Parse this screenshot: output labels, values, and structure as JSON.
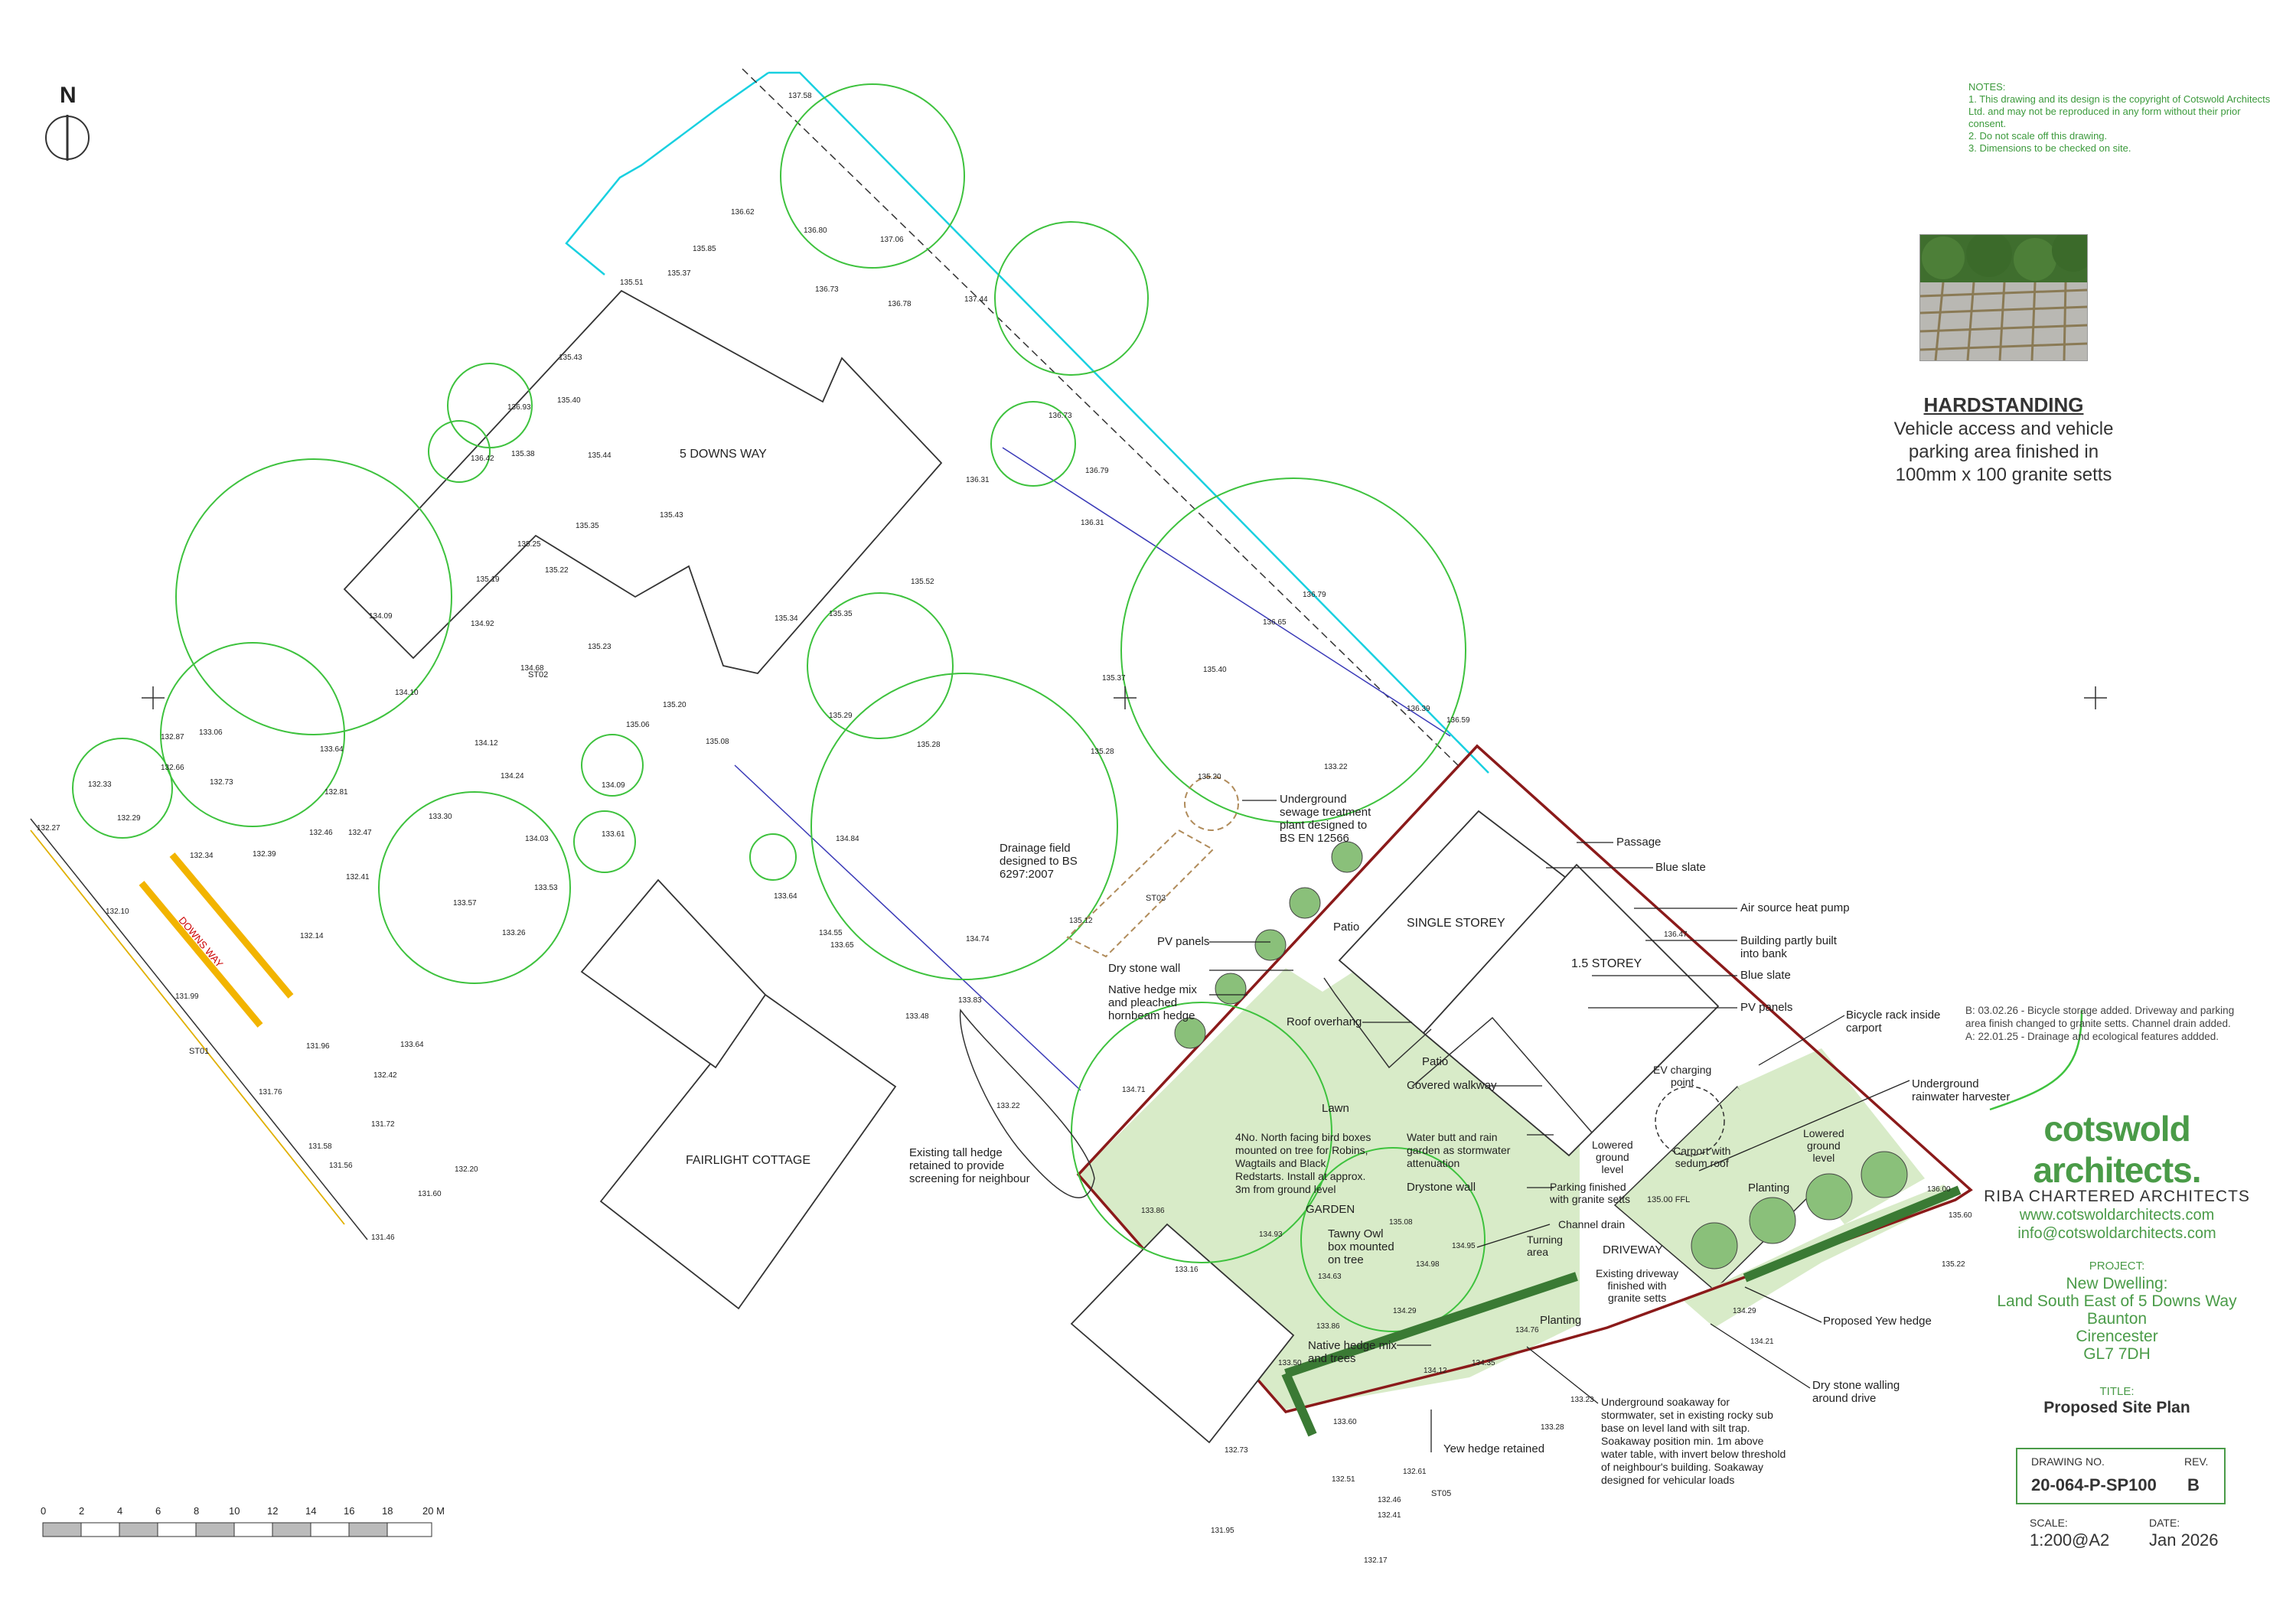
{
  "north_label": "N",
  "notes": {
    "heading": "NOTES:",
    "lines": [
      "1. This drawing and its design is the copyright of Cotswold Architects",
      "Ltd. and may not be reproduced in any form without their prior",
      "consent.",
      "2. Do not scale off this drawing.",
      "3. Dimensions to be checked on site."
    ]
  },
  "hardstanding": {
    "title": "HARDSTANDING",
    "lines": [
      "Vehicle access and vehicle",
      "parking area finished in",
      "100mm x 100 granite setts"
    ]
  },
  "revisions": [
    "B: 03.02.26 - Bicycle storage added. Driveway and parking",
    "area finish changed to granite setts. Channel drain added.",
    "A: 22.01.25 - Drainage and ecological features addded."
  ],
  "brand": {
    "name": "cotswold architects.",
    "subtitle": "RIBA CHARTERED ARCHITECTS",
    "web": "www.cotswoldarchitects.com",
    "email": "info@cotswoldarchitects.com"
  },
  "project": {
    "label": "PROJECT:",
    "lines": [
      "New Dwelling:",
      "Land South East of 5 Downs Way",
      "Baunton",
      "Cirencester",
      "GL7 7DH"
    ]
  },
  "title_block": {
    "label": "TITLE:",
    "value": "Proposed Site Plan",
    "drawing_no_label": "DRAWING NO.",
    "drawing_no": "20-064-P-SP100",
    "rev_label": "REV.",
    "rev": "B",
    "scale_label": "SCALE:",
    "scale": "1:200@A2",
    "date_label": "DATE:",
    "date": "Jan 2026"
  },
  "scale_bar": {
    "ticks": [
      "0",
      "2",
      "4",
      "6",
      "8",
      "10",
      "12",
      "14",
      "16",
      "18",
      "20 M"
    ]
  },
  "plan_labels": {
    "five_downs_way": "5 DOWNS WAY",
    "fairlight_cottage": "FAIRLIGHT COTTAGE",
    "single_storey": "SINGLE STOREY",
    "one_half_storey": "1.5 STOREY",
    "patio_1": "Patio",
    "patio_2": "Patio",
    "lawn": "Lawn",
    "garden": "GARDEN",
    "driveway": "DRIVEWAY",
    "planting_1": "Planting",
    "planting_2": "Planting",
    "lowered_ground_1": [
      "Lowered",
      "ground",
      "level"
    ],
    "lowered_ground_2": [
      "Lowered",
      "ground",
      "level"
    ],
    "ev_charging": [
      "EV charging",
      "point"
    ],
    "carport": [
      "Carport with",
      "sedum roof"
    ],
    "turning_area": [
      "Turning",
      "area"
    ],
    "downs_way": "DOWNS WAY",
    "ffl": "135.00 FFL",
    "st01": "ST01",
    "st02": "ST02",
    "st03": "ST03",
    "st05": "ST05"
  },
  "callouts": {
    "passage": "Passage",
    "blue_slate_1": "Blue slate",
    "air_source": "Air source heat pump",
    "building_bank": [
      "Building partly built",
      "into bank"
    ],
    "blue_slate_2": "Blue slate",
    "pv_panels_right": "PV panels",
    "bicycle_rack": [
      "Bicycle rack inside",
      "carport"
    ],
    "rainwater": [
      "Underground",
      "rainwater harvester"
    ],
    "sewage": [
      "Underground",
      "sewage treatment",
      "plant designed to",
      "BS EN 12566"
    ],
    "drainage_field": [
      "Drainage field",
      "designed to BS",
      "6297:2007"
    ],
    "pv_panels_left": "PV panels",
    "dry_stone_wall": "Dry stone wall",
    "native_hedge": [
      "Native hedge mix",
      "and pleached",
      "hornbeam hedge"
    ],
    "roof_overhang": "Roof overhang",
    "covered_walkway": "Covered walkway",
    "bird_boxes": [
      "4No. North facing bird boxes",
      "mounted on tree for Robins,",
      "Wagtails and Black",
      "Redstarts. Install at approx.",
      "3m from ground level"
    ],
    "water_butt": [
      "Water butt and rain",
      "garden as stormwater",
      "attenuation"
    ],
    "drystone_wall": "Drystone wall",
    "parking_finished": [
      "Parking finished",
      "with granite setts"
    ],
    "channel_drain": "Channel drain",
    "existing_hedge": [
      "Existing tall hedge",
      "retained to provide",
      "screening for neighbour"
    ],
    "tawny_owl": [
      "Tawny Owl",
      "box mounted",
      "on tree"
    ],
    "existing_driveway": [
      "Existing driveway",
      "finished with",
      "granite setts"
    ],
    "native_hedge_trees": [
      "Native hedge mix",
      "and trees"
    ],
    "soakaway": [
      "Underground soakaway for",
      "stormwater, set in existing rocky sub",
      "base on level land with silt trap.",
      "Soakaway position min. 1m above",
      "water table, with invert below threshold",
      "of neighbour's building. Soakaway",
      "designed for vehicular loads"
    ],
    "yew_retained": "Yew hedge retained",
    "proposed_yew": "Proposed Yew hedge",
    "dry_stone_walling": [
      "Dry stone walling",
      "around drive"
    ]
  },
  "levels": [
    [
      "137.58",
      1030,
      120
    ],
    [
      "136.62",
      955,
      272
    ],
    [
      "136.80",
      1050,
      296
    ],
    [
      "137.06",
      1150,
      308
    ],
    [
      "135.85",
      905,
      320
    ],
    [
      "135.37",
      872,
      352
    ],
    [
      "135.51",
      810,
      364
    ],
    [
      "136.73",
      1065,
      373
    ],
    [
      "136.78",
      1160,
      392
    ],
    [
      "137.44",
      1260,
      386
    ],
    [
      "135.43",
      730,
      462
    ],
    [
      "135.40",
      728,
      518
    ],
    [
      "136.93",
      663,
      527
    ],
    [
      "135.38",
      668,
      588
    ],
    [
      "136.42",
      615,
      594
    ],
    [
      "135.44",
      768,
      590
    ],
    [
      "136.73",
      1370,
      538
    ],
    [
      "136.79",
      1418,
      610
    ],
    [
      "136.31",
      1262,
      622
    ],
    [
      "136.31",
      1412,
      678
    ],
    [
      "135.43",
      862,
      668
    ],
    [
      "135.35",
      752,
      682
    ],
    [
      "135.25",
      676,
      706
    ],
    [
      "135.22",
      712,
      740
    ],
    [
      "135.19",
      622,
      752
    ],
    [
      "134.09",
      482,
      800
    ],
    [
      "134.92",
      615,
      810
    ],
    [
      "135.34",
      1012,
      803
    ],
    [
      "135.35",
      1083,
      797
    ],
    [
      "135.52",
      1190,
      755
    ],
    [
      "136.79",
      1702,
      772
    ],
    [
      "136.65",
      1650,
      808
    ],
    [
      "135.23",
      768,
      840
    ],
    [
      "134.68",
      680,
      868
    ],
    [
      "135.37",
      1440,
      881
    ],
    [
      "135.40",
      1572,
      870
    ],
    [
      "134.10",
      516,
      900
    ],
    [
      "135.06",
      818,
      942
    ],
    [
      "135.20",
      866,
      916
    ],
    [
      "135.29",
      1083,
      930
    ],
    [
      "136.39",
      1838,
      921
    ],
    [
      "136.59",
      1890,
      936
    ],
    [
      "134.12",
      620,
      966
    ],
    [
      "132.87",
      210,
      958
    ],
    [
      "133.06",
      260,
      952
    ],
    [
      "133.64",
      418,
      974
    ],
    [
      "135.08",
      922,
      964
    ],
    [
      "135.28",
      1198,
      968
    ],
    [
      "135.28",
      1425,
      977
    ],
    [
      "133.22",
      1730,
      997
    ],
    [
      "135.20",
      1565,
      1010
    ],
    [
      "132.66",
      210,
      998
    ],
    [
      "132.33",
      115,
      1020
    ],
    [
      "132.73",
      274,
      1017
    ],
    [
      "134.24",
      654,
      1009
    ],
    [
      "134.09",
      786,
      1021
    ],
    [
      "132.81",
      424,
      1030
    ],
    [
      "132.29",
      153,
      1064
    ],
    [
      "133.30",
      560,
      1062
    ],
    [
      "132.46",
      404,
      1083
    ],
    [
      "132.47",
      455,
      1083
    ],
    [
      "134.03",
      686,
      1091
    ],
    [
      "133.61",
      786,
      1085
    ],
    [
      "134.84",
      1092,
      1091
    ],
    [
      "132.27",
      48,
      1077
    ],
    [
      "132.34",
      248,
      1113
    ],
    [
      "132.39",
      330,
      1111
    ],
    [
      "132.41",
      452,
      1141
    ],
    [
      "133.53",
      698,
      1155
    ],
    [
      "133.57",
      592,
      1175
    ],
    [
      "133.64",
      1011,
      1166
    ],
    [
      "135.12",
      1397,
      1198
    ],
    [
      "136.47",
      2174,
      1216
    ],
    [
      "132.10",
      138,
      1186
    ],
    [
      "132.14",
      392,
      1218
    ],
    [
      "133.26",
      656,
      1214
    ],
    [
      "134.55",
      1070,
      1214
    ],
    [
      "133.65",
      1085,
      1230
    ],
    [
      "134.74",
      1262,
      1222
    ],
    [
      "133.83",
      1252,
      1302
    ],
    [
      "133.48",
      1183,
      1323
    ],
    [
      "131.99",
      229,
      1297
    ],
    [
      "131.96",
      400,
      1362
    ],
    [
      "133.64",
      523,
      1360
    ],
    [
      "132.42",
      488,
      1400
    ],
    [
      "134.71",
      1466,
      1419
    ],
    [
      "133.22",
      1302,
      1440
    ],
    [
      "131.76",
      338,
      1422
    ],
    [
      "131.72",
      485,
      1464
    ],
    [
      "131.58",
      403,
      1493
    ],
    [
      "131.56",
      430,
      1518
    ],
    [
      "132.20",
      594,
      1523
    ],
    [
      "131.60",
      546,
      1555
    ],
    [
      "136.00",
      2518,
      1549
    ],
    [
      "135.60",
      2546,
      1583
    ],
    [
      "131.46",
      485,
      1612
    ],
    [
      "133.86",
      1491,
      1577
    ],
    [
      "135.08",
      1815,
      1592
    ],
    [
      "134.93",
      1645,
      1608
    ],
    [
      "134.95",
      1897,
      1623
    ],
    [
      "133.16",
      1535,
      1654
    ],
    [
      "134.98",
      1850,
      1647
    ],
    [
      "134.63",
      1722,
      1663
    ],
    [
      "135.22",
      2537,
      1647
    ],
    [
      "134.29",
      1820,
      1708
    ],
    [
      "134.76",
      1980,
      1733
    ],
    [
      "134.29",
      2264,
      1708
    ],
    [
      "133.86",
      1720,
      1728
    ],
    [
      "134.21",
      2287,
      1748
    ],
    [
      "133.50",
      1670,
      1776
    ],
    [
      "134.12",
      1860,
      1786
    ],
    [
      "134.35",
      1923,
      1776
    ],
    [
      "133.23",
      2052,
      1824
    ],
    [
      "133.28",
      2013,
      1860
    ],
    [
      "133.60",
      1742,
      1853
    ],
    [
      "132.73",
      1600,
      1890
    ],
    [
      "132.61",
      1833,
      1918
    ],
    [
      "132.51",
      1740,
      1928
    ],
    [
      "132.46",
      1800,
      1955
    ],
    [
      "132.41",
      1800,
      1975
    ],
    [
      "131.95",
      1582,
      1995
    ],
    [
      "132.17",
      1782,
      2034
    ]
  ]
}
